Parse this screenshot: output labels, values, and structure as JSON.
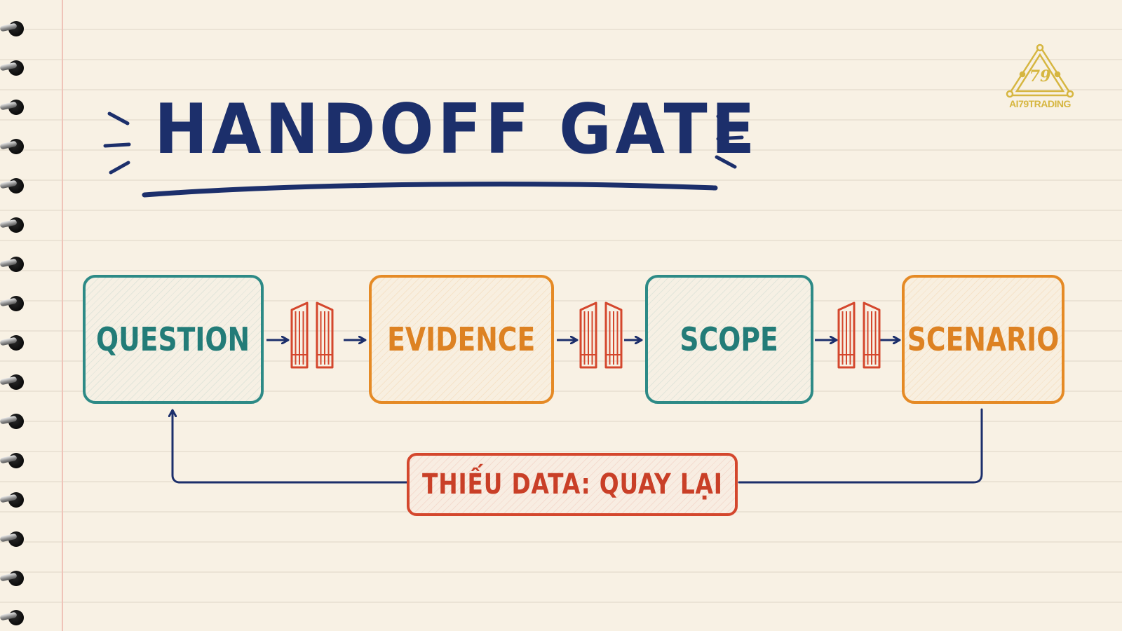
{
  "title": "HANDOFF GATE",
  "steps": [
    {
      "label": "QUESTION",
      "color": "#2d8a86"
    },
    {
      "label": "EVIDENCE",
      "color": "#e58a25"
    },
    {
      "label": "SCOPE",
      "color": "#2d8a86"
    },
    {
      "label": "SCENARIO",
      "color": "#e58a25"
    }
  ],
  "gates": [
    "gate-icon",
    "gate-icon",
    "gate-icon"
  ],
  "feedback": {
    "label": "THIẾU DATA: QUAY LẠI",
    "color": "#d4472d"
  },
  "logo": {
    "text": "AI79TRADING",
    "mark": "79",
    "color": "#d6b640"
  },
  "colors": {
    "ink": "#1c2f6b",
    "paper": "#f8f1e4",
    "gate": "#d4472d"
  }
}
